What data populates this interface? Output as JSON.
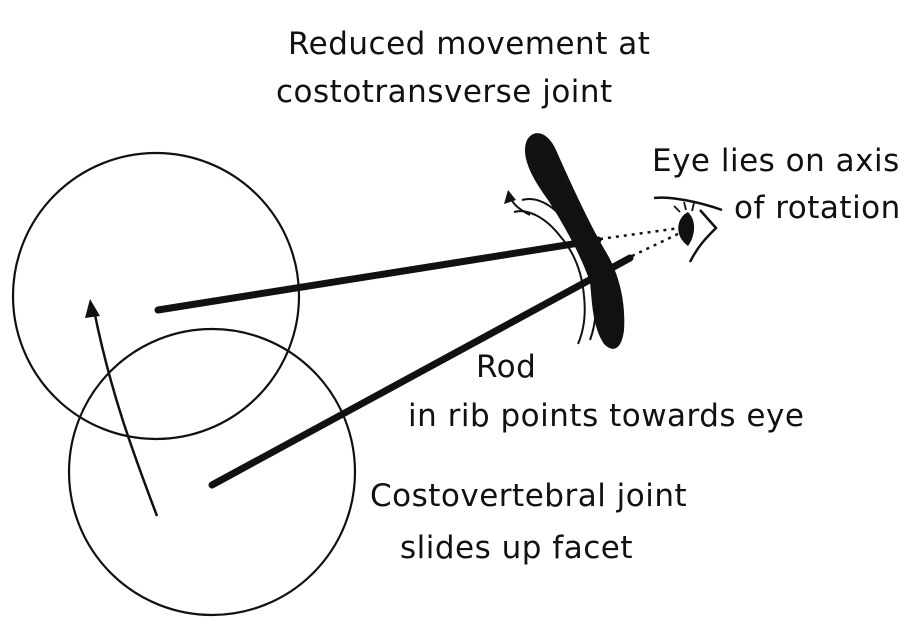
{
  "labels": {
    "reduced_movement": [
      "Reduced movement at",
      "costotransverse joint"
    ],
    "eye_axis": [
      "Eye lies on axis",
      "of rotation"
    ],
    "rod": [
      "Rod",
      "in rib points towards eye"
    ],
    "costovertebral": [
      "Costovertebral joint",
      "slides up facet"
    ]
  },
  "colors": {
    "ink": "#111111",
    "background": "#ffffff"
  }
}
